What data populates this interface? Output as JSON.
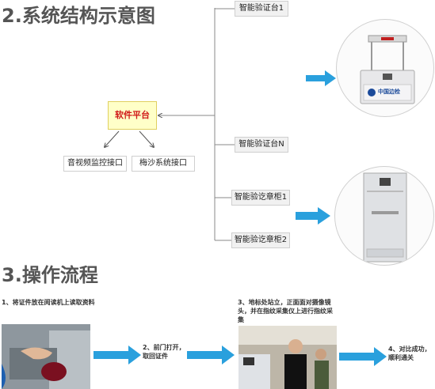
{
  "section1": {
    "title": "2.系统结构示意图"
  },
  "section2": {
    "title": "3.操作流程"
  },
  "nodes": {
    "core": "软件平台",
    "av_interface": "音视频监控接口",
    "meisha_interface": "梅沙系统接口",
    "terminal1": "智能验证台1",
    "terminalN": "智能验证台N",
    "cabinet1": "智能验讫章柜1",
    "cabinet2": "智能验讫章柜2"
  },
  "device_label": "中国边检",
  "steps": [
    {
      "text": "1、将证件放在阅读机上读取资料"
    },
    {
      "text": "2、前门打开，取回证件"
    },
    {
      "text": "3、地标处站立，正面面对摄像镜头，并在指纹采集仪上进行指纹采集"
    },
    {
      "text": "4、对比成功，顺利通关"
    }
  ],
  "colors": {
    "arrow": "#2aa0dd",
    "core_bg": "#ffffc8",
    "core_text": "#d01818"
  }
}
